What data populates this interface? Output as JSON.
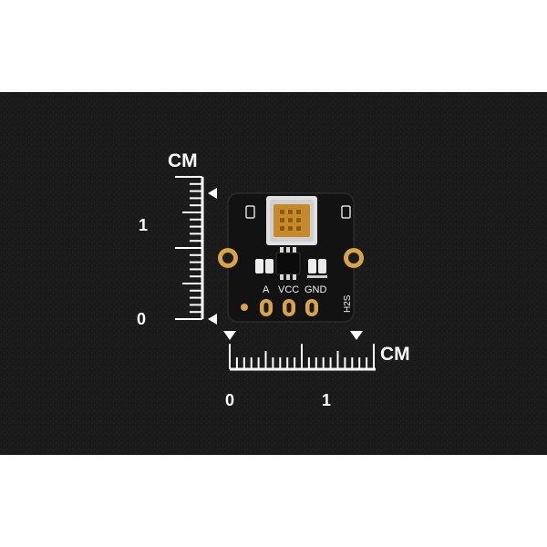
{
  "colors": {
    "background": "#1a1a1a",
    "pcb": "#121212",
    "gold": "#d9a441",
    "sensor_pads": "#c78a2a",
    "ruler": "#ffffff"
  },
  "ruler_vertical": {
    "unit": "CM",
    "tick_labels": [
      "1",
      "0"
    ]
  },
  "ruler_horizontal": {
    "unit": "CM",
    "tick_labels": [
      "0",
      "1"
    ]
  },
  "board": {
    "pin_labels": [
      "A",
      "VCC",
      "GND"
    ],
    "sensor_label": "H2S"
  }
}
